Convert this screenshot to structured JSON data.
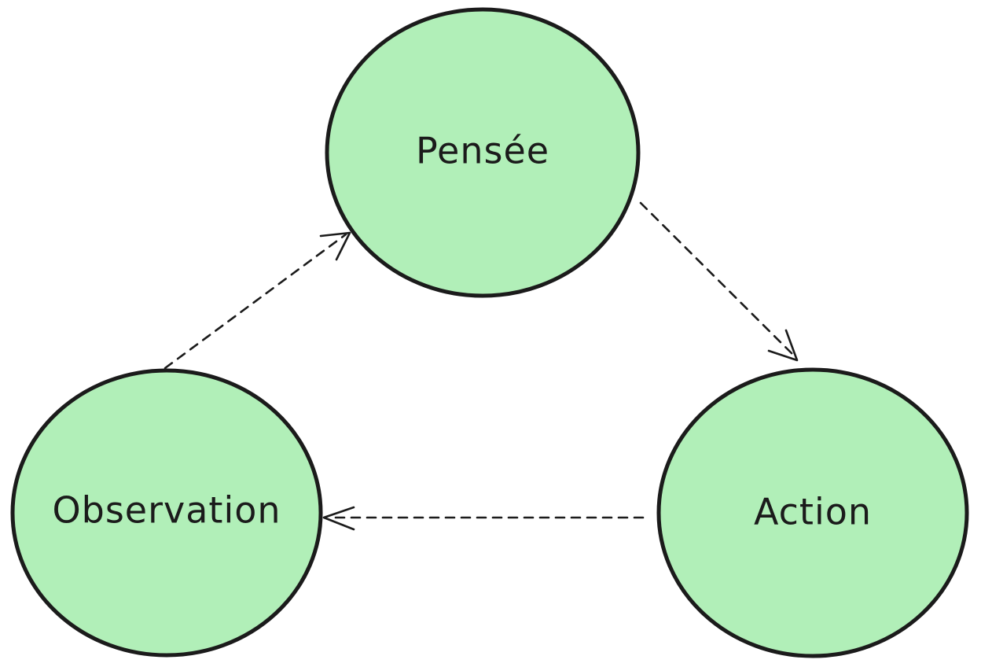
{
  "diagram": {
    "type": "cycle",
    "colors": {
      "node_fill": "#b1efb8",
      "node_stroke": "#1b1b1b",
      "edge_stroke": "#1b1b1b",
      "background": "#ffffff"
    },
    "nodes": {
      "pensee": {
        "label": "Pensée"
      },
      "action": {
        "label": "Action"
      },
      "observation": {
        "label": "Observation"
      }
    },
    "edges": [
      {
        "from": "pensee",
        "to": "action",
        "style": "dashed",
        "arrow": "open"
      },
      {
        "from": "action",
        "to": "observation",
        "style": "dashed",
        "arrow": "open"
      },
      {
        "from": "observation",
        "to": "pensee",
        "style": "dashed",
        "arrow": "open"
      }
    ]
  }
}
